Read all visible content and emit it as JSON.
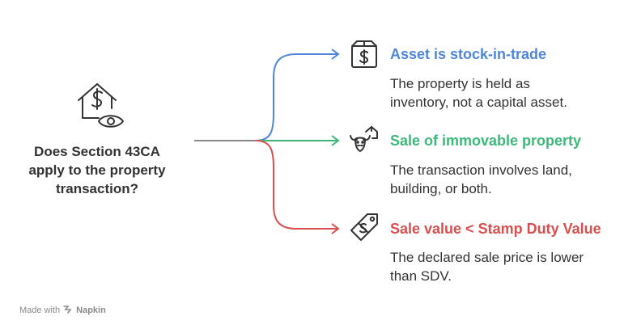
{
  "question": {
    "line1": "Does Section 43CA",
    "line2": "apply to the property",
    "line3": "transaction?",
    "icon": "house-dollar-eye-icon"
  },
  "branches": [
    {
      "title": "Asset is stock-in-trade",
      "desc_line1": "The property is held as",
      "desc_line2": "inventory, not a capital asset.",
      "color": "#4f86d9",
      "icon": "dollar-box-icon"
    },
    {
      "title": "Sale of immovable property",
      "desc_line1": "The transaction involves land,",
      "desc_line2": "building, or both.",
      "color": "#3cb87a",
      "icon": "bull-house-icon"
    },
    {
      "title": "Sale value < Stamp Duty Value",
      "desc_line1": "The declared sale price is lower",
      "desc_line2": "than SDV.",
      "color": "#d94f4f",
      "icon": "price-tag-icon"
    }
  ],
  "footer": {
    "made_with": "Made with",
    "brand": "Napkin"
  },
  "colors": {
    "stem": "#888888",
    "text": "#333333"
  }
}
